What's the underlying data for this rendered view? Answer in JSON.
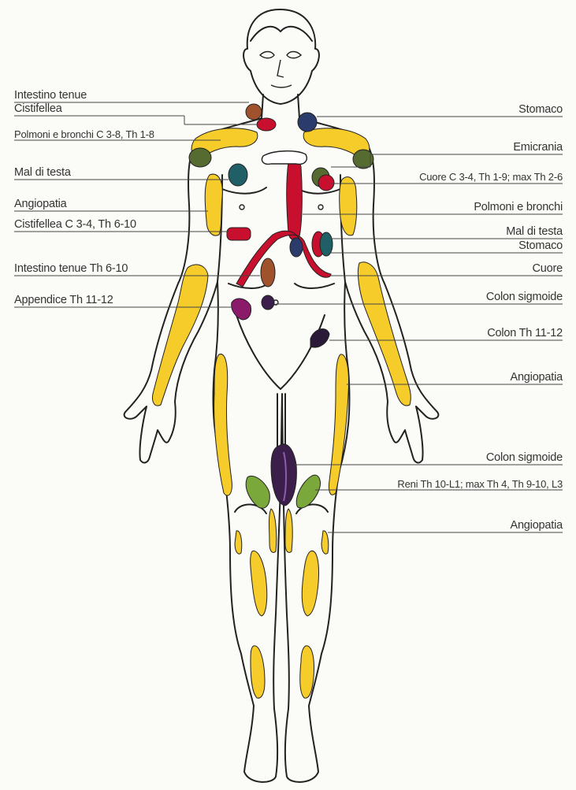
{
  "left_labels": [
    "Intestino tenue",
    "Cistifellea",
    "Polmoni e bronchi C 3-8, Th 1-8",
    "Mal di testa",
    "Angiopatia",
    "Cistifellea C 3-4, Th 6-10",
    "Intestino tenue Th 6-10",
    "Appendice Th 11-12"
  ],
  "right_labels": [
    "Stomaco",
    "Emicrania",
    "Cuore C 3-4, Th 1-9; max Th 2-6",
    "Polmoni e bronchi",
    "Mal di testa",
    "Stomaco",
    "Cuore",
    "Colon sigmoide",
    "Colon Th 11-12",
    "Angiopatia",
    "Colon sigmoide",
    "Reni Th 10-L1; max Th 4, Th 9-10, L3",
    "Angiopatia"
  ],
  "colors": {
    "angiopatia": "#f5cc2a",
    "stomaco": "#2b3b6b",
    "heart": "#c8102e",
    "lungs": "#c8102e",
    "gallbladder": "#a0522d",
    "head": "#215f66",
    "emicrania": "#556b2f",
    "kidneys": "#7ba83b",
    "colon": "#3b1f4a",
    "appendix": "#8b1a6b",
    "outline": "#222222"
  }
}
